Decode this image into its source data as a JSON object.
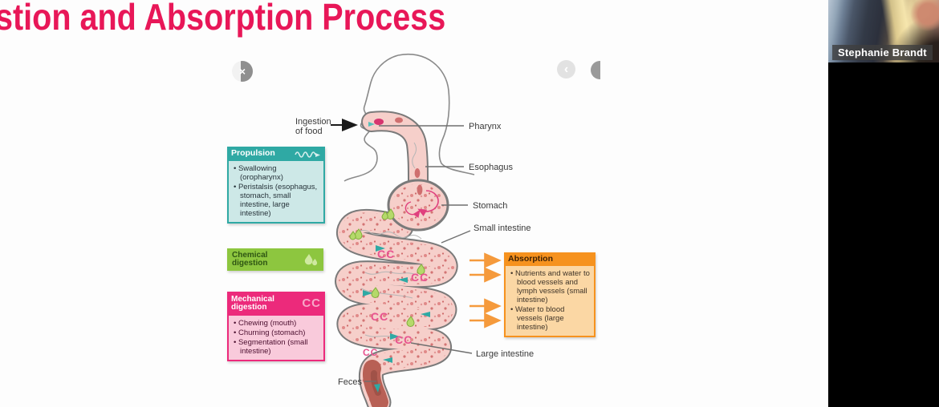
{
  "slide": {
    "title": "stion and Absorption Process",
    "title_color": "#e81758"
  },
  "viewer": {
    "close_button": "×",
    "prev_button": "‹"
  },
  "participant": {
    "name": "Stephanie Brandt"
  },
  "diagram": {
    "labels": {
      "ingestion_line1": "Ingestion",
      "ingestion_line2": "of food",
      "pharynx": "Pharynx",
      "esophagus": "Esophagus",
      "stomach": "Stomach",
      "small_intestine": "Small intestine",
      "large_intestine": "Large intestine",
      "feces": "Feces"
    },
    "propulsion": {
      "title": "Propulsion",
      "icon": "wave-arrow-icon",
      "header_color": "#2fa9a4",
      "body_color": "#cde8e7",
      "items": [
        "Swallowing (oropharynx)",
        "Peristalsis (esophagus, stomach, small intestine, large intestine)"
      ]
    },
    "chemical_digestion": {
      "title": "Chemical digestion",
      "icon": "droplets-icon",
      "color": "#8dc63f"
    },
    "mechanical_digestion": {
      "title": "Mechanical digestion",
      "icon": "churning-icon",
      "icon_glyph": "CC",
      "header_color": "#ec2a7b",
      "body_color": "#f9cadb",
      "items": [
        "Chewing (mouth)",
        "Churning (stomach)",
        "Segmentation (small intestine)"
      ]
    },
    "absorption": {
      "title": "Absorption",
      "header_color": "#f6921e",
      "body_color": "#fbd7a4",
      "items": [
        "Nutrients and water to blood vessels and lymph vessels (small intestine)",
        "Water to blood vessels (large intestine)"
      ]
    }
  }
}
